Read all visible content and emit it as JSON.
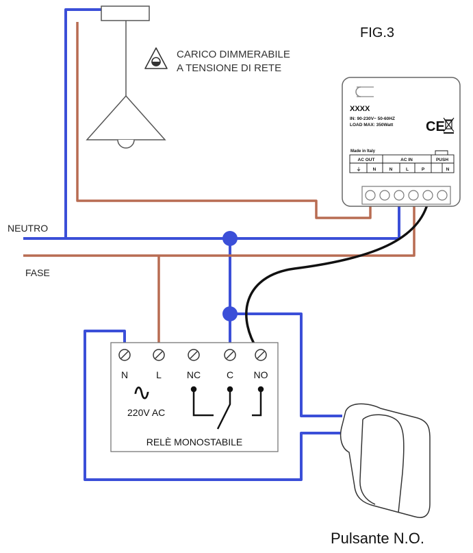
{
  "figure_label": "FIG.3",
  "load": {
    "warning_icon": "triangle-dimmable-icon",
    "line1": "CARICO DIMMERABILE",
    "line2": "A TENSIONE DI RETE"
  },
  "bus": {
    "neutral_label": "NEUTRO",
    "phase_label": "FASE"
  },
  "dimmer": {
    "model": "XXXX",
    "rating_line1": "IN: 90-230V~ 50-60HZ",
    "rating_line2": "LOAD MAX: 350Watt",
    "made_in": "Made in Italy",
    "ce_mark": "CE",
    "weee_icon": "crossed-bin-icon",
    "groups": [
      "AC OUT",
      "AC IN",
      "PUSH"
    ],
    "terminals": [
      "⏚",
      "N",
      "N",
      "L",
      "P",
      "N"
    ]
  },
  "relay": {
    "terminals": [
      "N",
      "L",
      "NC",
      "C",
      "NO"
    ],
    "ac_symbol": "∿",
    "voltage": "220V AC",
    "title": "RELÈ MONOSTABILE"
  },
  "push_button": {
    "label": "Pulsante N.O."
  },
  "colors": {
    "neutral": "#3b4fd8",
    "phase": "#b86c52",
    "control": "#111111",
    "outline": "#555555"
  }
}
